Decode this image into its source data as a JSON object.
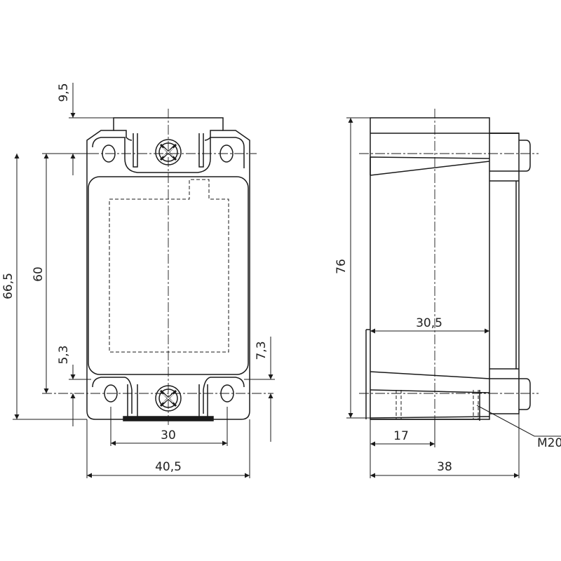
{
  "front_view": {
    "dim_9_5": "9,5",
    "dim_66_5": "66,5",
    "dim_60": "60",
    "dim_5_3": "5,3",
    "dim_7_3": "7,3",
    "dim_30": "30",
    "dim_40_5": "40,5"
  },
  "side_view": {
    "dim_76": "76",
    "dim_30_5": "30,5",
    "dim_17": "17",
    "dim_38": "38",
    "thread_label": "M20"
  },
  "colors": {
    "line": "#1a1a1a",
    "background": "#ffffff"
  }
}
